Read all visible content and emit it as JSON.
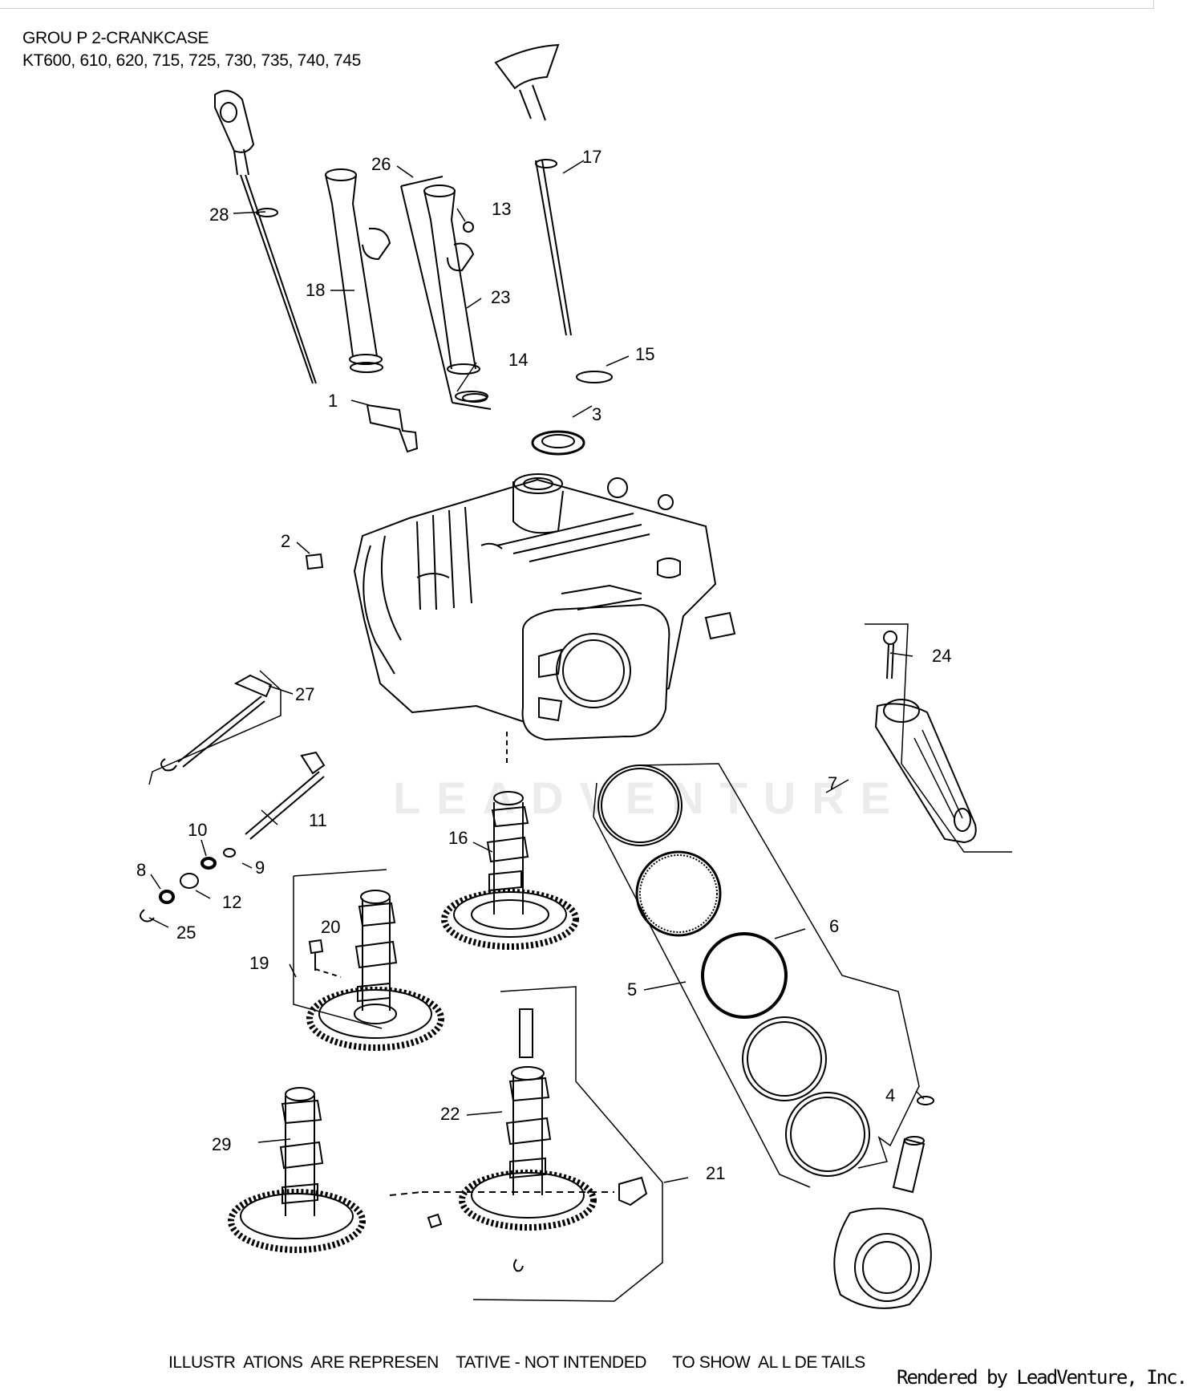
{
  "header": {
    "group_title": "GROU P 2-CRANKCASE",
    "model_list": "KT600, 610, 620, 715, 725, 730, 735, 740, 745"
  },
  "watermark": "LEADVENTURE",
  "callouts": {
    "c1": "1",
    "c2": "2",
    "c3": "3",
    "c4": "4",
    "c5": "5",
    "c6": "6",
    "c7": "7",
    "c8": "8",
    "c9": "9",
    "c10": "10",
    "c11": "11",
    "c12": "12",
    "c13": "13",
    "c14": "14",
    "c15": "15",
    "c16": "16",
    "c17": "17",
    "c18": "18",
    "c19": "19",
    "c20": "20",
    "c21": "21",
    "c22": "22",
    "c23": "23",
    "c24": "24",
    "c25": "25",
    "c26": "26",
    "c27": "27",
    "c28": "28",
    "c29": "29"
  },
  "footer": {
    "disclaimer": "ILLUSTR  ATIONS  ARE REPRESEN    TATIVE - NOT INTENDED      TO SHOW  AL L DE TAILS",
    "credit": "Rendered by LeadVenture, Inc."
  },
  "colors": {
    "line": "#000000",
    "watermark": "#ececec"
  }
}
